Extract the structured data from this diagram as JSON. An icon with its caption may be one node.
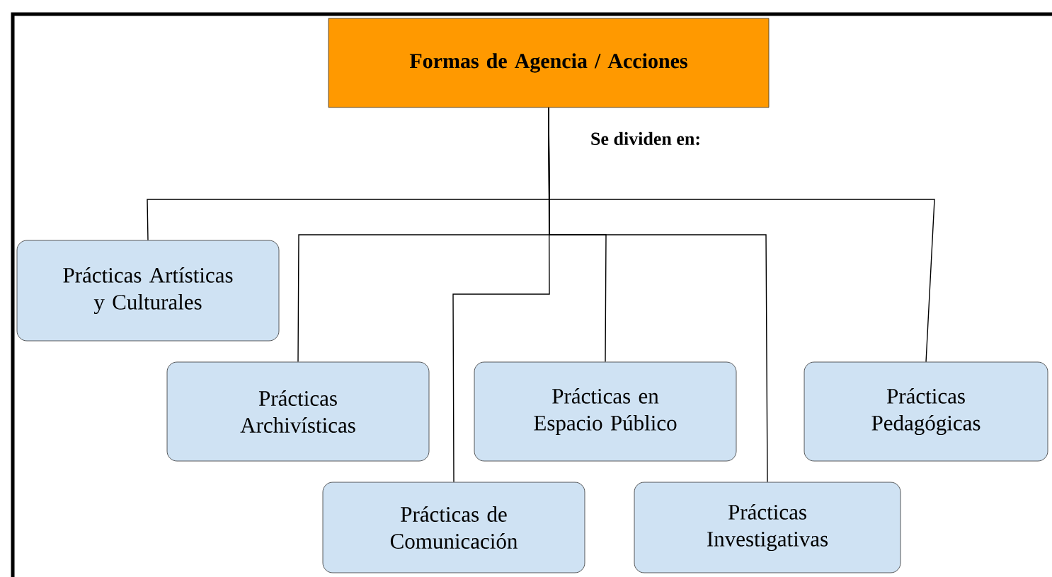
{
  "diagram": {
    "nodes": [
      {
        "text": [
          "Formas de Agencia / Acciones"
        ]
      },
      {
        "text": [
          "Prácticas Artísticas y Culturales"
        ]
      },
      {
        "text": [
          "Prácticas Archivísticas"
        ]
      },
      {
        "text": [
          "Prácticas en Espacio Público"
        ]
      },
      {
        "text": [
          "Prácticas Pedagógicas"
        ]
      },
      {
        "text": [
          "Prácticas de Comunicación"
        ]
      },
      {
        "text": [
          "Prácticas Investigativas"
        ]
      }
    ],
    "edges": [
      {
        "from": 0,
        "to": 1,
        "arrow": "none"
      },
      {
        "from": 0,
        "to": 2,
        "arrow": "none"
      },
      {
        "from": 0,
        "to": 3,
        "arrow": "none"
      },
      {
        "from": 0,
        "to": 4,
        "arrow": "none"
      },
      {
        "from": 0,
        "to": 5,
        "arrow": "none"
      },
      {
        "from": 0,
        "to": 6,
        "arrow": "none"
      }
    ],
    "labels": [
      "Se dividen en:"
    ]
  }
}
